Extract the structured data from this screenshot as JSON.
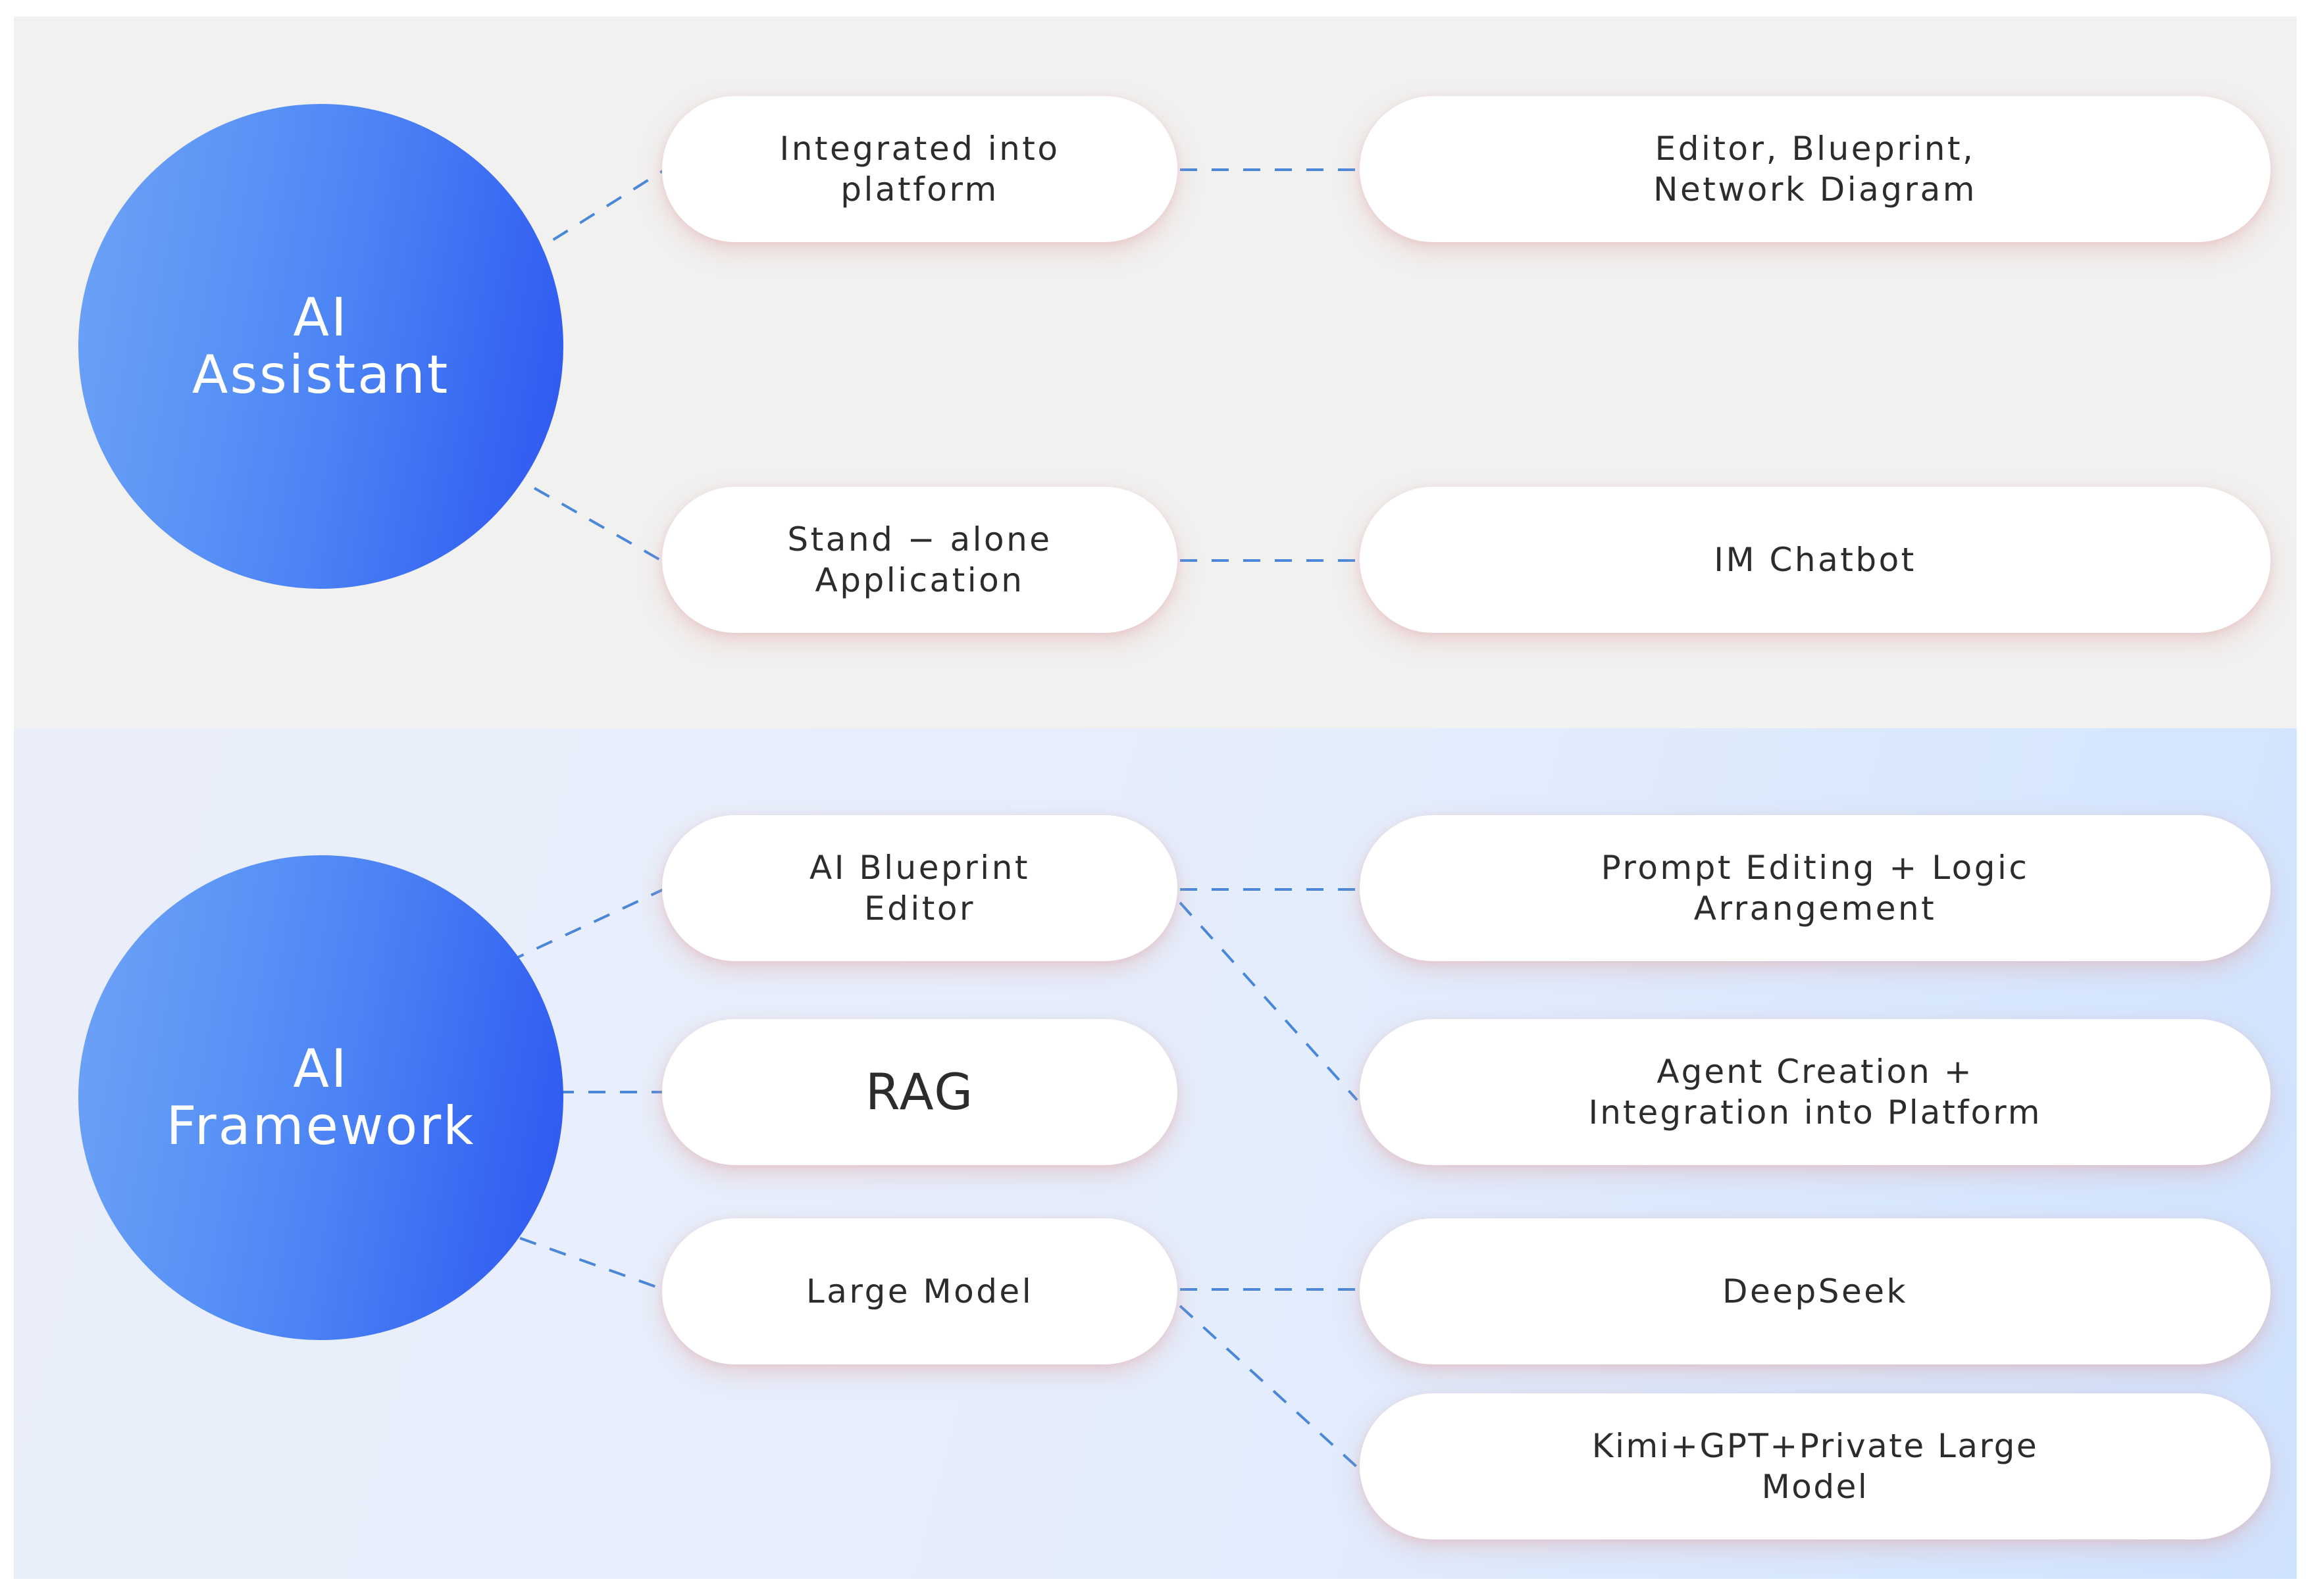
{
  "diagram": {
    "title_hidden": "",
    "colors": {
      "band_top_bg": "#f1f1f0",
      "band_bottom_bg": "#dce8fc",
      "circle_gradient_from": "#6ea3f7",
      "circle_gradient_to": "#2e55ef",
      "pill_bg": "#ffffff",
      "pill_shadow": "#e2aaaa",
      "connector": "#4a87d8",
      "text_dark": "#2c2c2c",
      "text_light": "#ffffff"
    },
    "sections": [
      {
        "id": "ai-assistant",
        "root_label": "AI\nAssistant",
        "root_line1": "AI",
        "root_line2": "Assistant",
        "branches": [
          {
            "id": "integrated-into-platform",
            "label_line1": "Integrated into",
            "label_line2": "platform",
            "leaves": [
              {
                "id": "editor-blueprint-network-diagram",
                "label_line1": "Editor, Blueprint,",
                "label_line2": "Network Diagram"
              }
            ]
          },
          {
            "id": "stand-alone-application",
            "label_line1": "Stand − alone",
            "label_line2": "Application",
            "leaves": [
              {
                "id": "im-chatbot",
                "label_line1": "IM Chatbot",
                "label_line2": ""
              }
            ]
          }
        ]
      },
      {
        "id": "ai-framework",
        "root_label": "AI\nFramework",
        "root_line1": "AI",
        "root_line2": "Framework",
        "branches": [
          {
            "id": "ai-blueprint-editor",
            "label_line1": "AI Blueprint",
            "label_line2": "Editor",
            "leaves": [
              {
                "id": "prompt-editing-logic-arrangement",
                "label_line1": "Prompt Editing + Logic",
                "label_line2": "Arrangement"
              },
              {
                "id": "agent-creation-integration",
                "label_line1": "Agent Creation +",
                "label_line2": "Integration into Platform"
              }
            ]
          },
          {
            "id": "rag",
            "label_line1": "RAG",
            "label_line2": "",
            "leaves": []
          },
          {
            "id": "large-model",
            "label_line1": "Large Model",
            "label_line2": "",
            "leaves": [
              {
                "id": "deepseek",
                "label_line1": "DeepSeek",
                "label_line2": ""
              },
              {
                "id": "kimi-gpt-private-large-model",
                "label_line1": "Kimi+GPT+Private Large",
                "label_line2": "Model"
              }
            ]
          }
        ]
      }
    ]
  }
}
